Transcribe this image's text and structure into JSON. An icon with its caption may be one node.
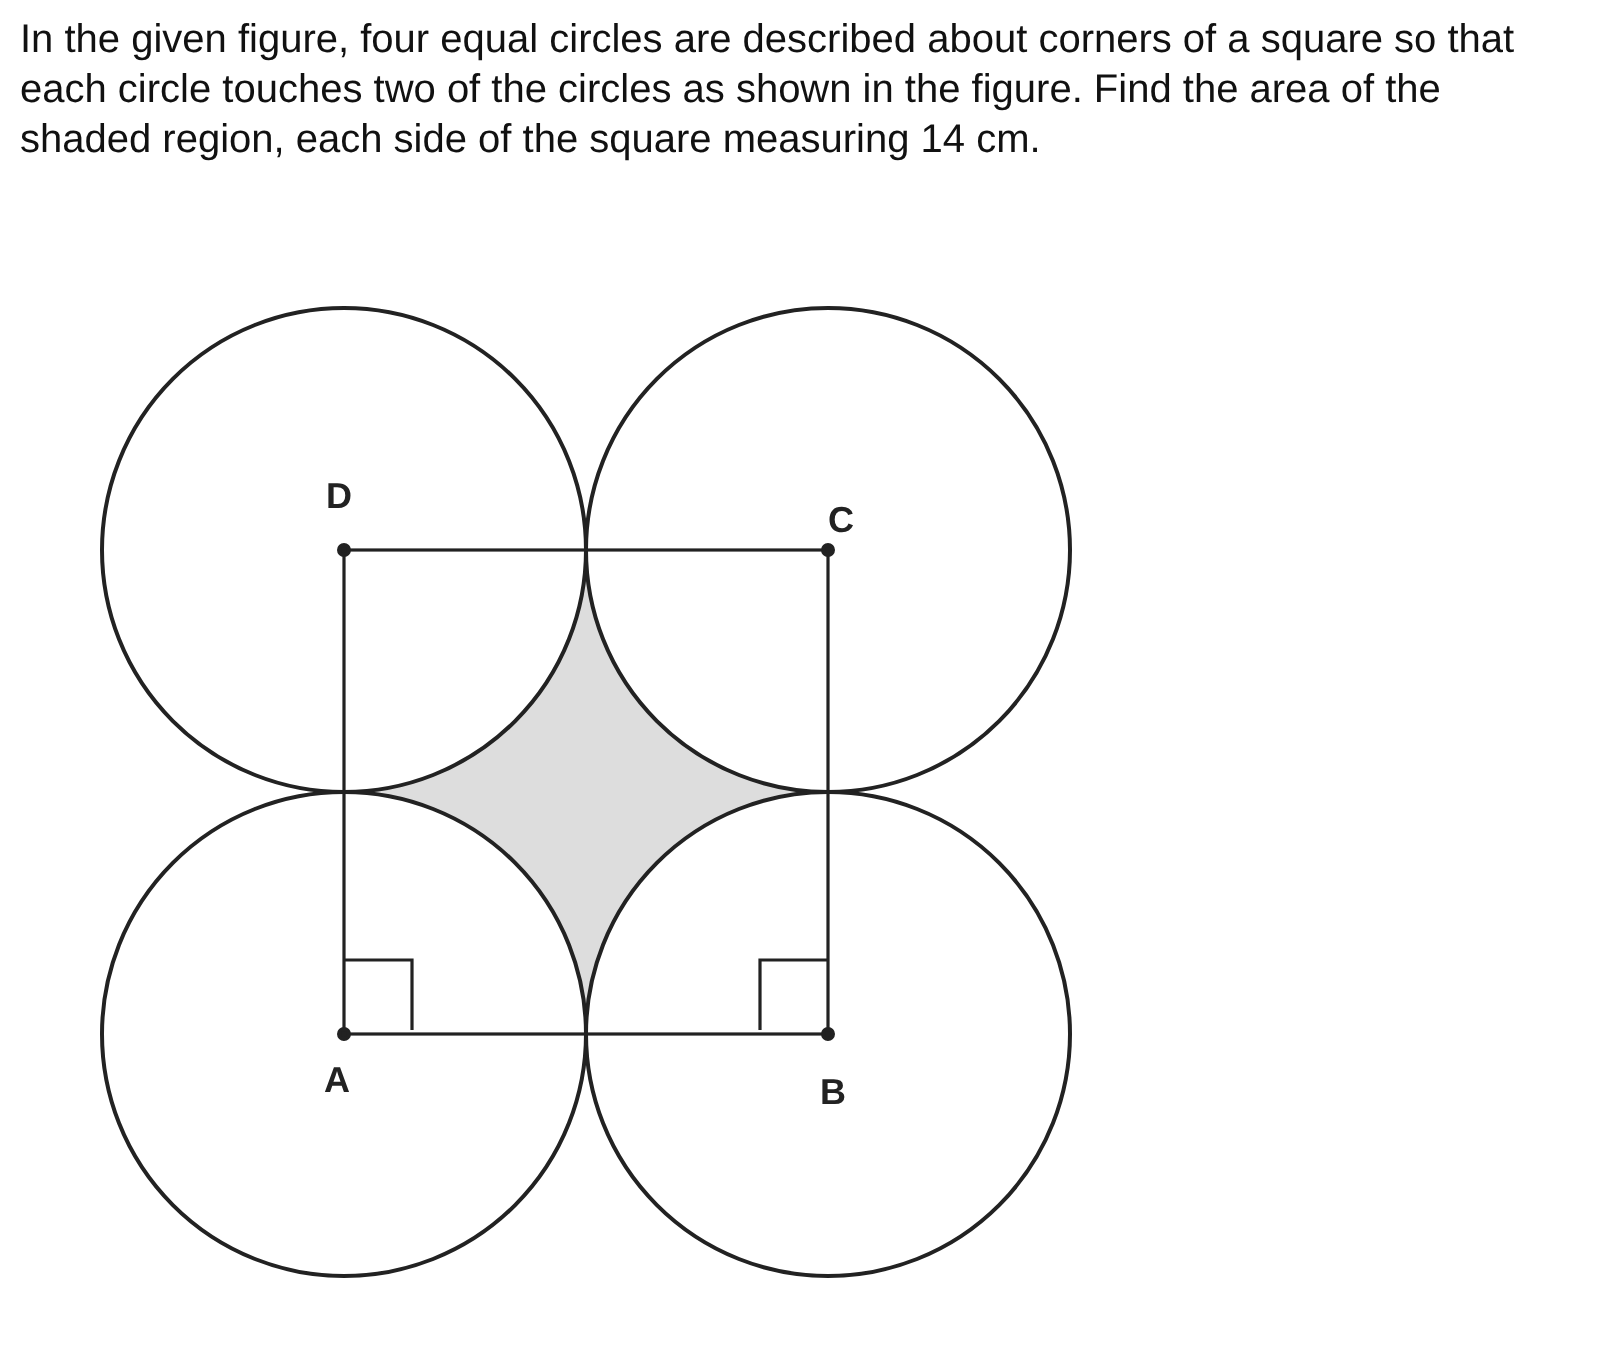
{
  "diagram": {
    "labels": [
      "In the given figure, four equal circles are described about corners of a square so that each circle touches two of the circles as shown in the figure. Find the area of the shaded region, each side of the square measuring 14 cm.",
      "D",
      "C",
      "A",
      "B"
    ]
  }
}
